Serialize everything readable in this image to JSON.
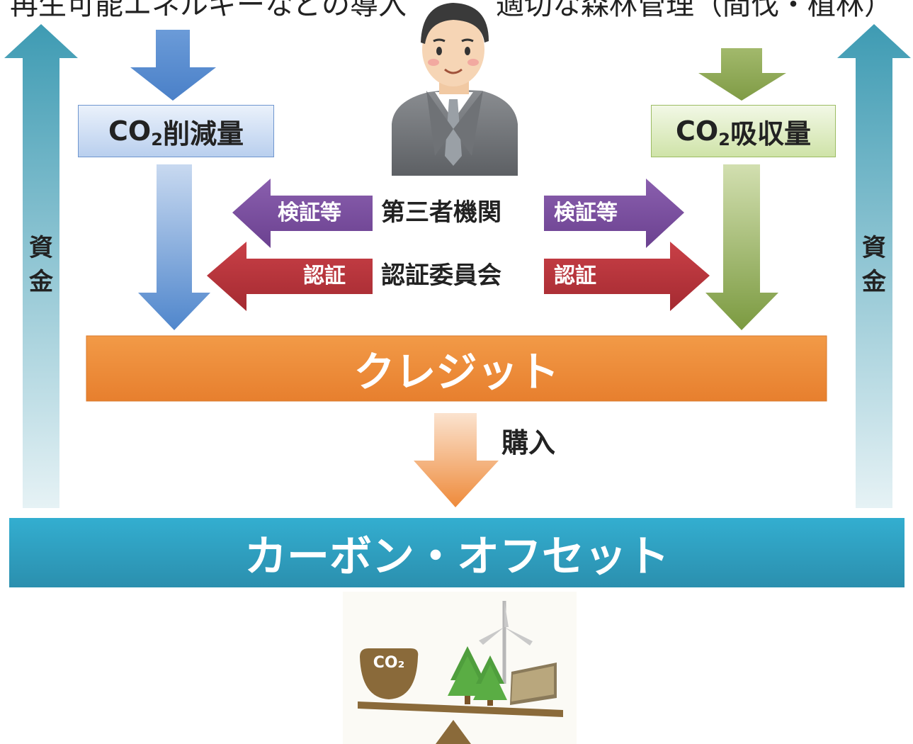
{
  "header": {
    "left_text": "再生可能エネルギーなどの導入",
    "right_text": "適切な森林管理（間伐・植林）"
  },
  "boxes": {
    "reduction": {
      "prefix": "CO",
      "sub": "2",
      "suffix": "削減量"
    },
    "absorption": {
      "prefix": "CO",
      "sub": "2",
      "suffix": "吸収量"
    }
  },
  "side_labels": {
    "left": "資金",
    "right": "資金"
  },
  "third_party": {
    "left_tag": "検証等",
    "label": "第三者機関",
    "right_tag": "検証等"
  },
  "committee": {
    "left_tag": "認証",
    "label": "認証委員会",
    "right_tag": "認証"
  },
  "credit_bar": {
    "label": "クレジット"
  },
  "purchase": {
    "label": "購入"
  },
  "offset_bar": {
    "label": "カーボン・オフセット"
  },
  "illustration": {
    "badge": "CO₂"
  },
  "colors": {
    "teal": "#4aa3b8",
    "blue": "#5a8fd0",
    "green": "#86a24a",
    "purple": "#7a4f9c",
    "red": "#b8333a",
    "orange": "#ee8a3a",
    "offset": "#2ea3c6"
  }
}
